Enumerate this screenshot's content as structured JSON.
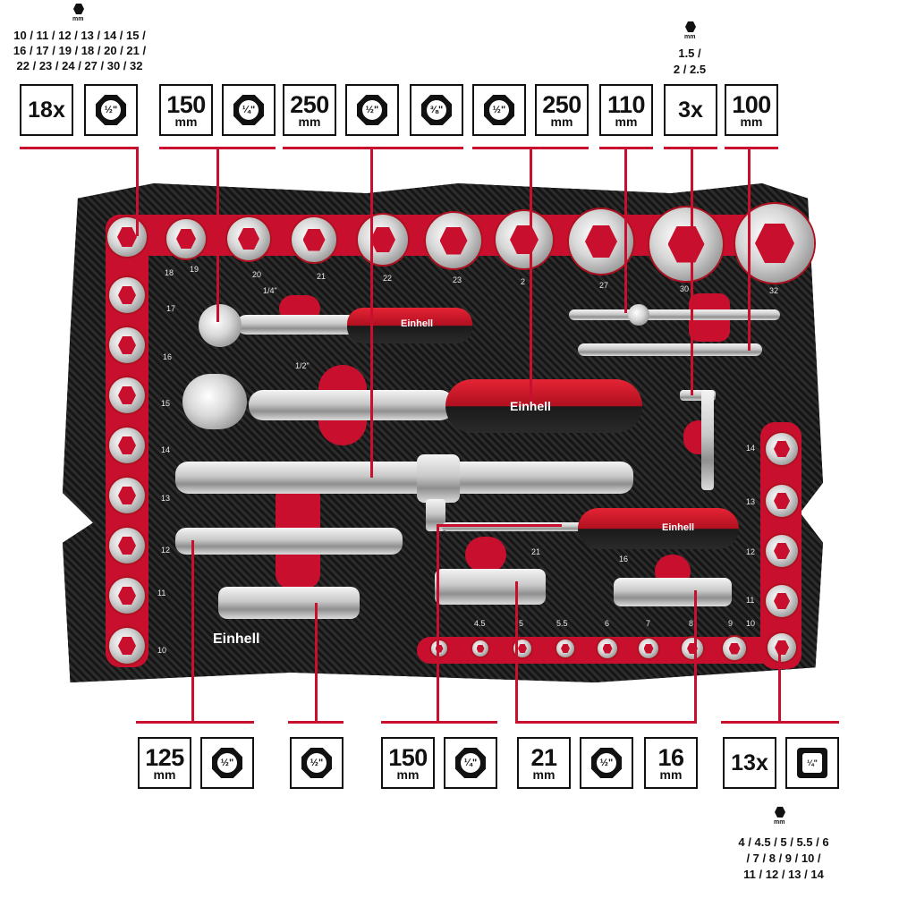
{
  "top_labels": {
    "hex_unit": "mm",
    "socket_sizes_line1": "10 / 11 / 12 / 13 / 14 / 15 /",
    "socket_sizes_line2": "16 / 17 / 19 / 18 / 20 / 21 /",
    "socket_sizes_line3": "22 / 23 / 24 / 27 / 30 / 32",
    "allen_unit": "mm",
    "allen_line1": "1.5 /",
    "allen_line2": "2 / 2.5"
  },
  "top_boxes": {
    "count_18": "18x",
    "drive_half_a": "½\"",
    "ratchet_150": "150",
    "ratchet_150_unit": "mm",
    "drive_quarter_a": "¼\"",
    "tbar_250": "250",
    "tbar_250_unit": "mm",
    "drive_half_b": "½\"",
    "drive_three_eighths": "⅜\"",
    "drive_half_c": "½\"",
    "ratchet_250": "250",
    "ratchet_250_unit": "mm",
    "ext_110": "110",
    "ext_110_unit": "mm",
    "count_3": "3x",
    "ext_100": "100",
    "ext_100_unit": "mm"
  },
  "bottom_boxes": {
    "ext_125": "125",
    "ext_125_unit": "mm",
    "drive_half_d": "½\"",
    "drive_half_e": "½\"",
    "screwdriver_150": "150",
    "screwdriver_150_unit": "mm",
    "drive_quarter_b": "¼\"",
    "plug_21": "21",
    "plug_21_unit": "mm",
    "drive_half_f": "½\"",
    "plug_16": "16",
    "plug_16_unit": "mm",
    "count_13": "13x",
    "drive_quarter_c": "¼\""
  },
  "bottom_right_labels": {
    "hex_unit": "mm",
    "small_sizes_line1": "4 / 4.5 / 5 / 5.5 / 6",
    "small_sizes_line2": "/ 7 / 8 / 9 / 10 /",
    "small_sizes_line3": "11 / 12 / 13 / 14"
  },
  "tray": {
    "brand": "Einhell",
    "ratchet_quarter_label": "1/4\"",
    "ratchet_half_label": "1/2\"",
    "top_row_sizes": [
      "18",
      "19",
      "20",
      "21",
      "22",
      "23",
      "2",
      "27",
      "30",
      "32"
    ],
    "left_col_sizes": [
      "17",
      "16",
      "15",
      "14",
      "13",
      "12",
      "11",
      "10"
    ],
    "right_col_sizes": [
      "14",
      "13",
      "12",
      "11",
      "10"
    ],
    "bottom_row_sizes": [
      "4.5",
      "5",
      "5.5",
      "6",
      "7",
      "8",
      "9"
    ],
    "plug_21_label": "21",
    "plug_16_label": "16"
  },
  "colors": {
    "accent_red": "#c8102e",
    "foam_black": "#1c1c1c"
  }
}
